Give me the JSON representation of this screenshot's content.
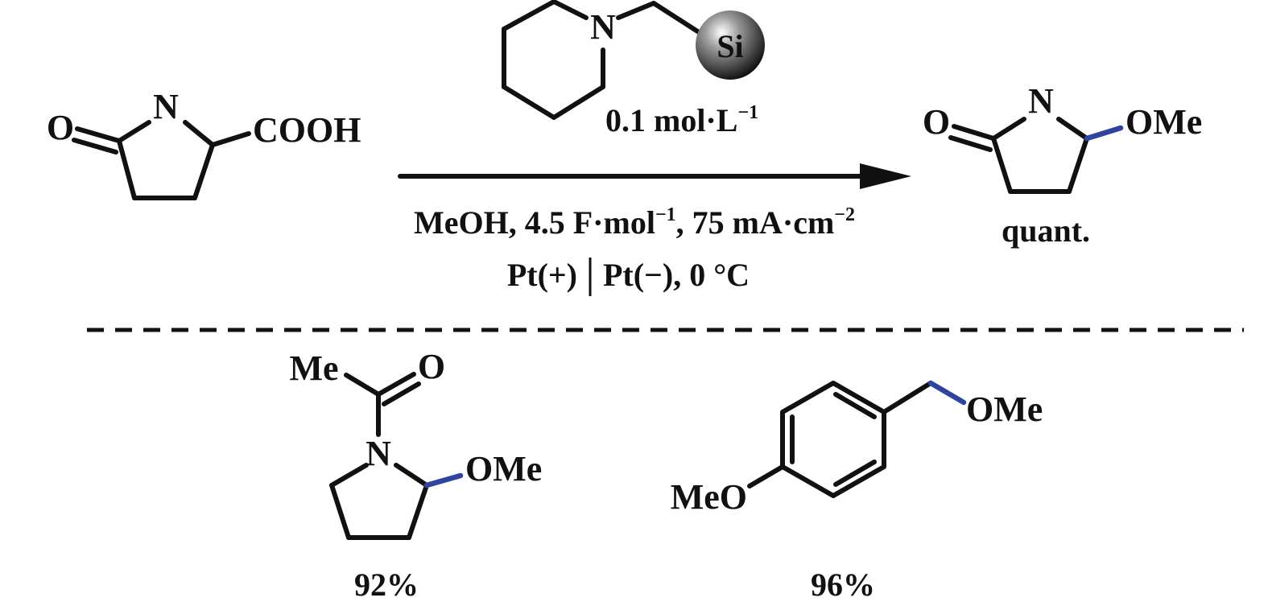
{
  "reactant": {
    "carbonyl_o": "O",
    "ring_n": "N",
    "acid_group": "COOH"
  },
  "catalyst": {
    "ring_n": "N",
    "support_label": "Si",
    "loading": "0.1 mol·L",
    "loading_exp": "−1"
  },
  "conditions": {
    "line1": {
      "a": "MeOH, 4.5 F·mol",
      "a_exp": "−1",
      "b": ", 75 mA·cm",
      "b_exp": "−2"
    },
    "line2": {
      "anode": "Pt(+)",
      "cathode": "Pt(−), 0 °C"
    }
  },
  "product": {
    "carbonyl_o": "O",
    "ring_n": "N",
    "ome": "OMe",
    "yield": "quant."
  },
  "examples": [
    {
      "me": "Me",
      "carbonyl_o": "O",
      "ring_n": "N",
      "ome": "OMe",
      "yield": "92%"
    },
    {
      "ome": "OMe",
      "meo": "MeO",
      "yield": "96%"
    }
  ],
  "colors": {
    "bond": "#111111",
    "new_bond": "#2e44a0"
  }
}
